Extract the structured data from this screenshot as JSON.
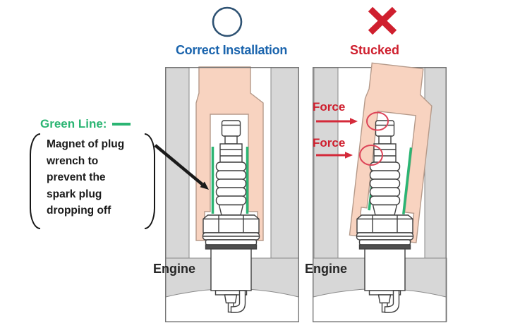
{
  "legend": {
    "green_line_label": "Green Line:",
    "note_lines": [
      "Magnet of plug",
      "wrench to",
      "prevent the",
      "spark plug",
      "dropping off"
    ]
  },
  "panels": {
    "left": {
      "title": "Correct Installation",
      "engine_label": "Engine",
      "status_icon": "circle-ok-icon"
    },
    "right": {
      "title": "Stucked",
      "engine_label": "Engine",
      "force_label_1": "Force",
      "force_label_2": "Force",
      "status_icon": "x-mark-icon"
    }
  },
  "colors": {
    "green": "#2bb573",
    "heading_blue": "#1a64ad",
    "alert_red": "#cf1f2e",
    "wrench_peach": "#f8d3c0",
    "metal_grey": "#d7d7d7"
  }
}
